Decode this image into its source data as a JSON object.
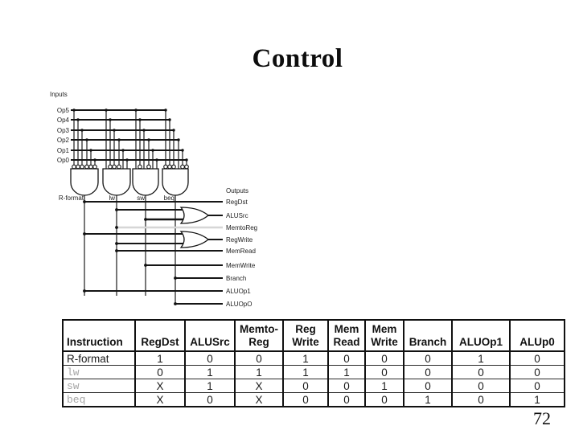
{
  "slide": {
    "title": "Control",
    "page_number": "72"
  },
  "diagram": {
    "inputs_label": "Inputs",
    "op_labels": [
      "Op5",
      "Op4",
      "Op3",
      "Op2",
      "Op1",
      "Op0"
    ],
    "gate_labels": [
      "R-format",
      "lw",
      "sw",
      "beq"
    ],
    "outputs_label": "Outputs",
    "output_labels": [
      "RegDst",
      "ALUSrc",
      "MemtoReg",
      "RegWrite",
      "MemRead",
      "MemWrite",
      "Branch",
      "ALUOp1",
      "ALUOpO"
    ]
  },
  "table": {
    "headers": [
      "Instruction",
      "RegDst",
      "ALUSrc",
      "Memto-\nReg",
      "Reg\nWrite",
      "Mem\nRead",
      "Mem\nWrite",
      "Branch",
      "ALUOp1",
      "ALUp0"
    ],
    "rows": [
      {
        "instruction": "R-format",
        "values": [
          "1",
          "0",
          "0",
          "1",
          "0",
          "0",
          "0",
          "1",
          "0"
        ]
      },
      {
        "instruction": "lw",
        "values": [
          "0",
          "1",
          "1",
          "1",
          "1",
          "0",
          "0",
          "0",
          "0"
        ]
      },
      {
        "instruction": "sw",
        "values": [
          "X",
          "1",
          "X",
          "0",
          "0",
          "1",
          "0",
          "0",
          "0"
        ]
      },
      {
        "instruction": "beq",
        "values": [
          "X",
          "0",
          "X",
          "0",
          "0",
          "0",
          "1",
          "0",
          "1"
        ]
      }
    ]
  }
}
